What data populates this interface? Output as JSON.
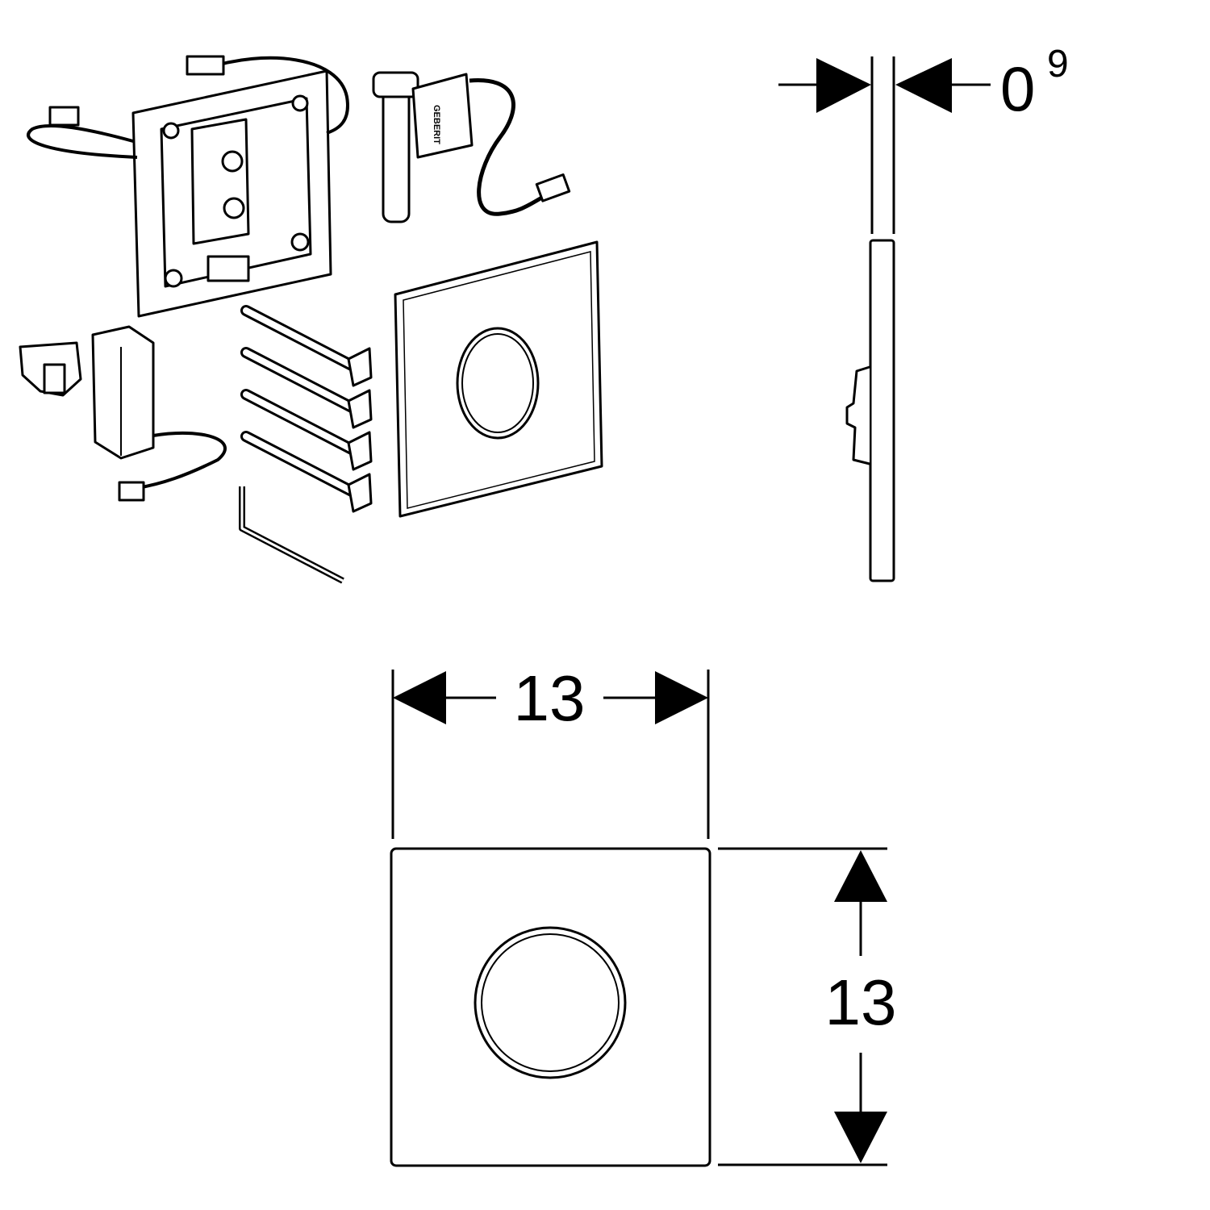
{
  "colors": {
    "line": "#000000",
    "background": "#ffffff"
  },
  "side_view": {
    "thickness_value": "0",
    "thickness_superscript": "9"
  },
  "front_view": {
    "width_label": "13",
    "height_label": "13"
  },
  "exploded_view": {
    "parts": [
      "mounting-frame",
      "solenoid-valve",
      "cover-plate",
      "screws",
      "battery-box",
      "clip",
      "hex-key"
    ],
    "logo_text": "GEBERIT"
  }
}
